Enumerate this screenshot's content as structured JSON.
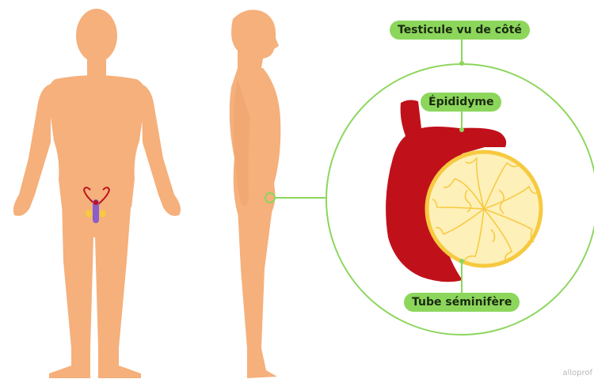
{
  "labels": {
    "testicle_side_view": "Testicule vu de côté",
    "epididymis": "Épididyme",
    "seminiferous_tube": "Tube séminifère"
  },
  "watermark": "alloprof",
  "colors": {
    "skin": "#f5b07c",
    "label_green": "#8cd65c",
    "leader_line": "#8cd65c",
    "epididymis_red": "#c0111b",
    "testis_fill": "#fdf0b8",
    "tubule_yellow": "#f7c940",
    "organ_purple": "#8b5fc7"
  }
}
